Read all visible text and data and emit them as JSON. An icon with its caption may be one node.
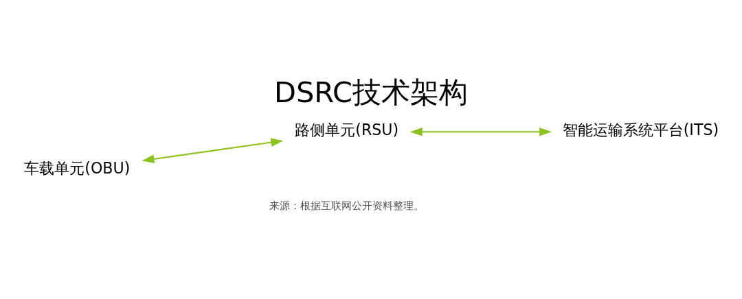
{
  "diagram": {
    "title": "DSRC技术架构",
    "nodes": [
      {
        "text": [
          "车载单元(OBU)"
        ]
      },
      {
        "text": [
          "路侧单元(RSU)"
        ]
      },
      {
        "text": [
          "智能运输系统平台(ITS)"
        ]
      }
    ],
    "edges": [
      {
        "from": 0,
        "to": 1,
        "arrow": "both"
      },
      {
        "from": 1,
        "to": 2,
        "arrow": "both"
      }
    ],
    "labels": [
      "来源：根据互联网公开资料整理。"
    ]
  }
}
